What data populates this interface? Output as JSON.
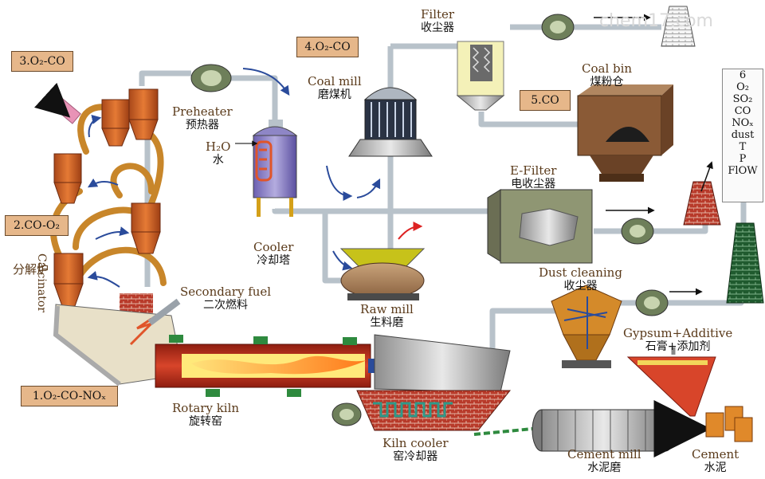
{
  "watermark": "chem17.com",
  "labels": {
    "filter": {
      "en": "Filter",
      "cn": "收尘器"
    },
    "coal_mill": {
      "en": "Coal mill",
      "cn": "磨煤机"
    },
    "coal_bin": {
      "en": "Coal bin",
      "cn": "煤粉仓"
    },
    "preheater": {
      "en": "Preheater",
      "cn": "预热器"
    },
    "water": {
      "en": "H₂O",
      "cn": "水"
    },
    "cooler": {
      "en": "Cooler",
      "cn": "冷却塔"
    },
    "e_filter": {
      "en": "E-Filter",
      "cn": "电收尘器"
    },
    "raw_mill": {
      "en": "Raw mill",
      "cn": "生料磨"
    },
    "calcinator": {
      "en": "Calcinator",
      "cn": "分解炉"
    },
    "secondary_fuel": {
      "en": "Secondary fuel",
      "cn": "二次燃料"
    },
    "dust_cleaning": {
      "en": "Dust cleaning",
      "cn": "收尘器"
    },
    "gypsum": {
      "en": "Gypsum+Additive",
      "cn": "石膏+添加剂"
    },
    "rotary_kiln": {
      "en": "Rotary kiln",
      "cn": "旋转窑"
    },
    "kiln_cooler": {
      "en": "Kiln cooler",
      "cn": "窑冷却器"
    },
    "cement_mill": {
      "en": "Cement mill",
      "cn": "水泥磨"
    },
    "cement": {
      "en": "Cement",
      "cn": "水泥"
    }
  },
  "measure_points": {
    "p1": "1.O₂-CO-NOₓ",
    "p2": "2.CO-O₂",
    "p3": "3.O₂-CO",
    "p4": "4.O₂-CO",
    "p5": "5.CO"
  },
  "params": {
    "n": "6",
    "items": [
      "O₂",
      "SO₂",
      "CO",
      "NOₓ",
      "dust",
      "T",
      "P",
      "FlOW"
    ]
  },
  "colors": {
    "pipe": "#b8c2ca",
    "cyclone": "#d3691f",
    "duct": "#c8862a",
    "arrow": "#2a4b9b",
    "kiln": "#c23a1f",
    "brick": "#b83a2a"
  }
}
